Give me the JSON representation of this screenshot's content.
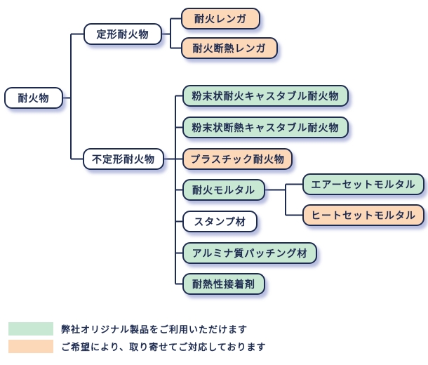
{
  "diagram": {
    "type": "tree",
    "colors": {
      "plain": "#ffffff",
      "original": "#c9e8d3",
      "order": "#fcd7b8",
      "line": "#1d2b50",
      "shadow": "#7d89c4"
    },
    "nodes": [
      {
        "id": "root",
        "label": "耐火物",
        "category": "plain",
        "parent": null
      },
      {
        "id": "shaped",
        "label": "定形耐火物",
        "category": "plain",
        "parent": "root"
      },
      {
        "id": "fire-brick",
        "label": "耐火レンガ",
        "category": "order",
        "parent": "shaped"
      },
      {
        "id": "insulating-brick",
        "label": "耐火断熱レンガ",
        "category": "order",
        "parent": "shaped"
      },
      {
        "id": "monolithic",
        "label": "不定形耐火物",
        "category": "plain",
        "parent": "root"
      },
      {
        "id": "castable",
        "label": "粉末状耐火キャスタブル耐火物",
        "category": "original",
        "parent": "monolithic"
      },
      {
        "id": "insul-castable",
        "label": "粉末状断熱キャスタブル耐火物",
        "category": "original",
        "parent": "monolithic"
      },
      {
        "id": "plastic",
        "label": "プラスチック耐火物",
        "category": "order",
        "parent": "monolithic"
      },
      {
        "id": "mortar",
        "label": "耐火モルタル",
        "category": "original",
        "parent": "monolithic"
      },
      {
        "id": "air-set-mortar",
        "label": "エアーセットモルタル",
        "category": "original",
        "parent": "mortar"
      },
      {
        "id": "heat-set-mortar",
        "label": "ヒートセットモルタル",
        "category": "order",
        "parent": "mortar"
      },
      {
        "id": "stamp",
        "label": "スタンプ材",
        "category": "plain",
        "parent": "monolithic"
      },
      {
        "id": "alumina-patching",
        "label": "アルミナ質パッチング材",
        "category": "original",
        "parent": "monolithic"
      },
      {
        "id": "adhesive",
        "label": "耐熱性接着剤",
        "category": "original",
        "parent": "monolithic"
      }
    ],
    "legend": [
      {
        "category": "original",
        "label": "弊社オリジナル製品をご利用いただけます"
      },
      {
        "category": "order",
        "label": "ご希望により、取り寄せてご対応しております"
      }
    ]
  }
}
